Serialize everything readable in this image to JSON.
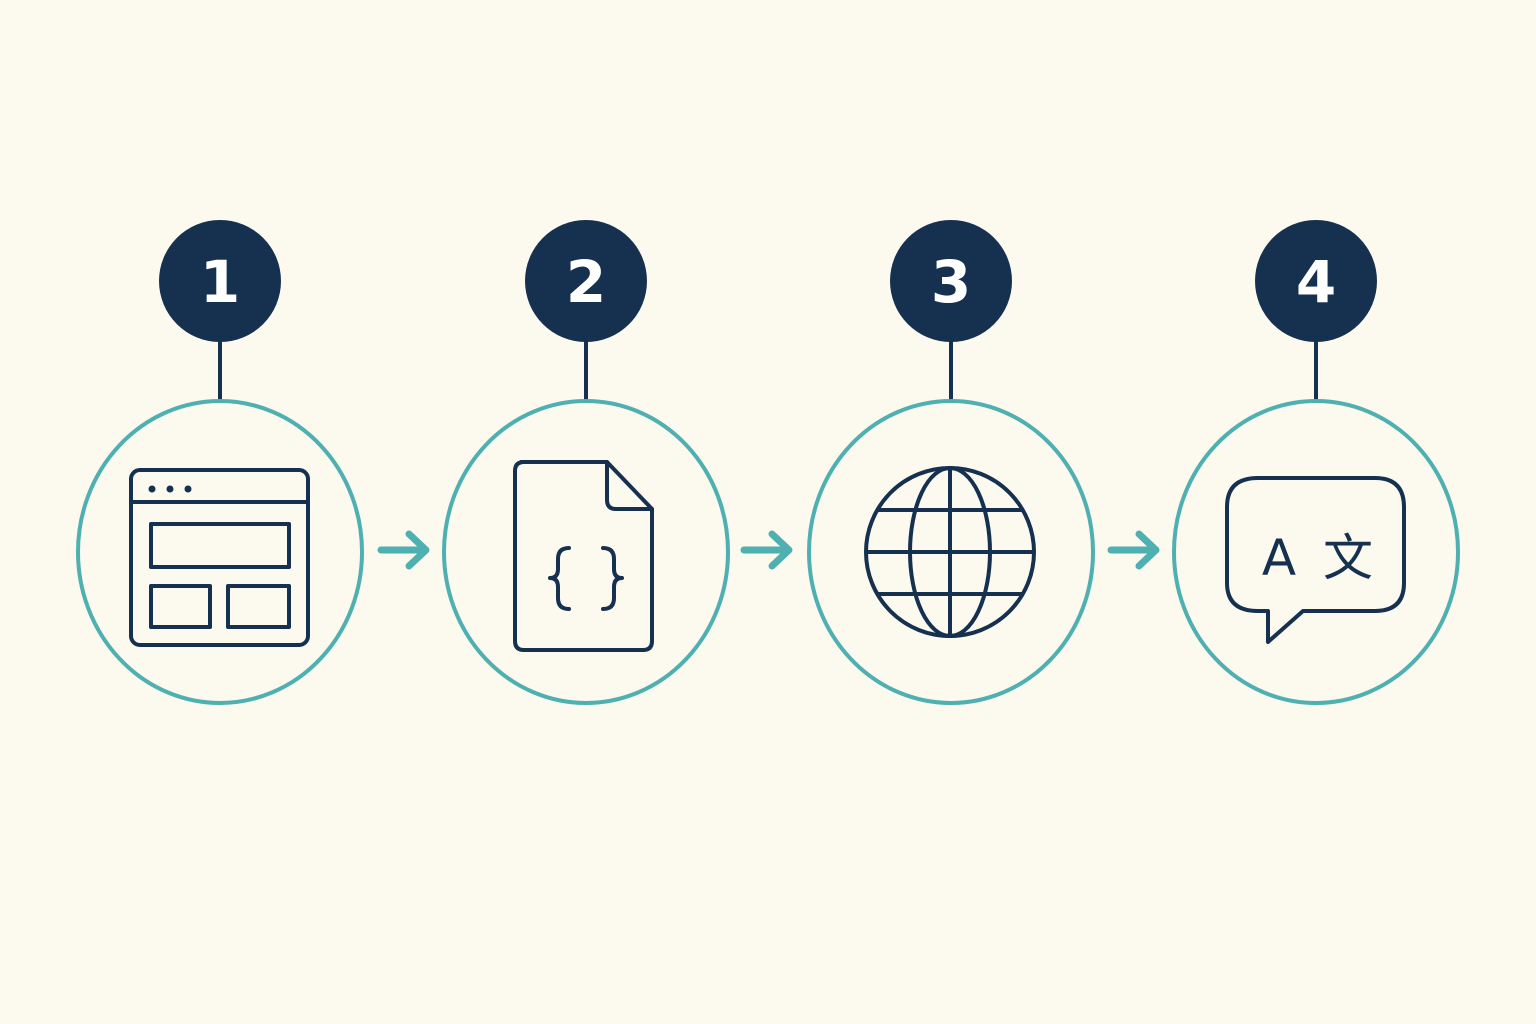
{
  "colors": {
    "background": "#fcf9ef",
    "navy": "#16304f",
    "teal": "#4eb0b0"
  },
  "steps": [
    {
      "number": "1",
      "icon": "browser-window-icon"
    },
    {
      "number": "2",
      "icon": "code-file-icon"
    },
    {
      "number": "3",
      "icon": "globe-icon"
    },
    {
      "number": "4",
      "icon": "translate-icon",
      "glyph_latin": "A",
      "glyph_cjk": "文"
    }
  ],
  "arrows": [
    "arrow-right-icon",
    "arrow-right-icon",
    "arrow-right-icon"
  ]
}
